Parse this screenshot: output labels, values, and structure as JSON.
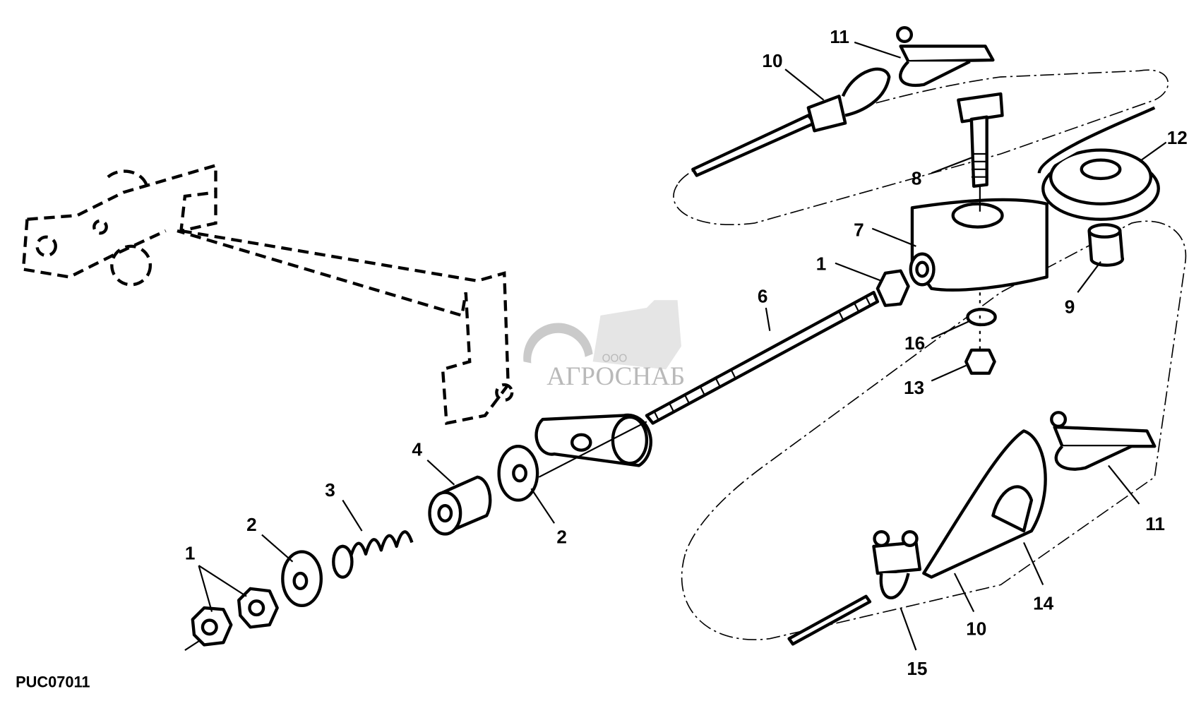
{
  "figure_code": "PUC07011",
  "watermark": {
    "prefix": "ООО",
    "name": "АГРОСНАБ"
  },
  "callouts": {
    "c1_left": "1",
    "c1_mid": "1",
    "c2_left": "2",
    "c2_right": "2",
    "c3": "3",
    "c4": "4",
    "c6": "6",
    "c7": "7",
    "c8": "8",
    "c9": "9",
    "c10_top": "10",
    "c10_bottom": "10",
    "c11_top": "11",
    "c11_right": "11",
    "c12": "12",
    "c13": "13",
    "c14": "14",
    "c15": "15",
    "c16": "16"
  }
}
